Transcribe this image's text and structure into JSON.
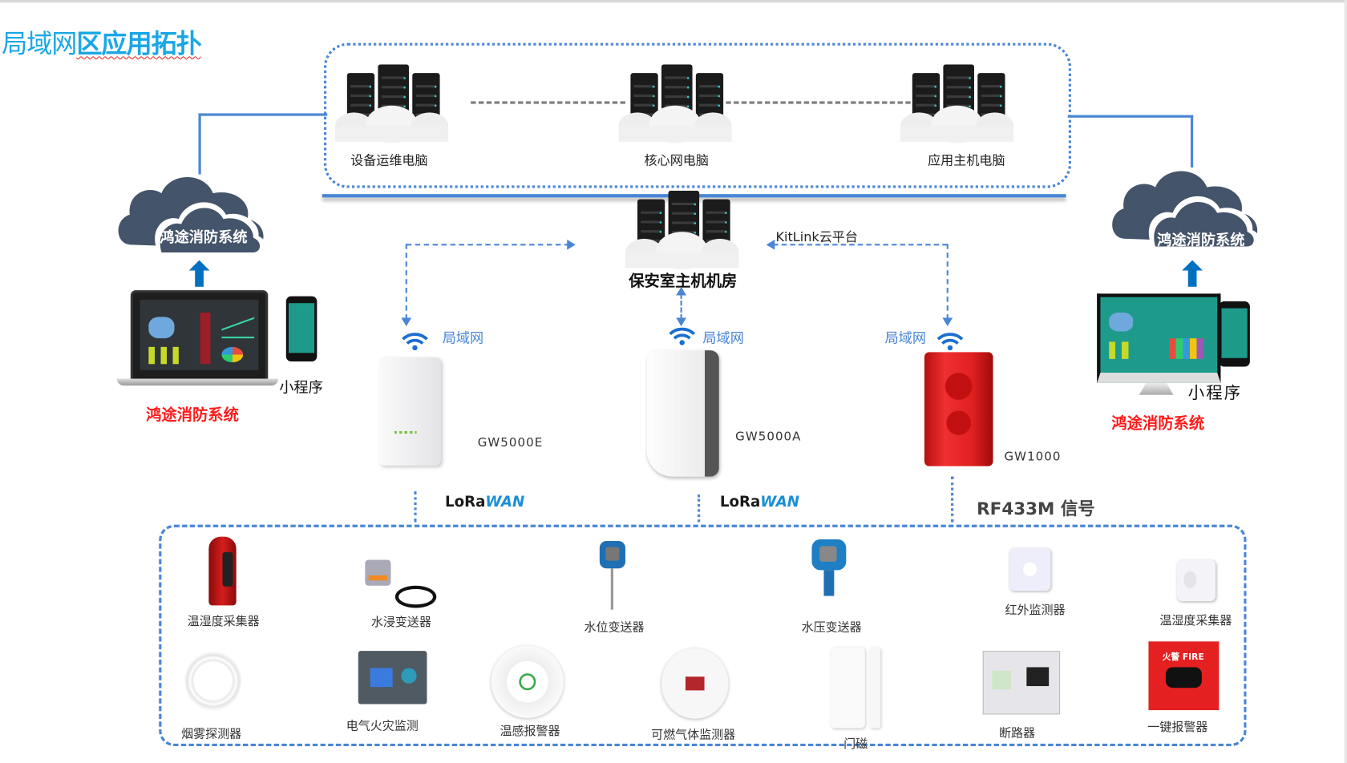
{
  "title": {
    "part1": "局域网",
    "part2": "区应用拓扑"
  },
  "servers_top": [
    {
      "label": "设备运维电脑"
    },
    {
      "label": "核心网电脑"
    },
    {
      "label": "应用主机电脑"
    }
  ],
  "center_server": {
    "label": "保安室主机机房",
    "platform_label": "KitLink云平台"
  },
  "left_client": {
    "cloud_label": "鸿途消防系统",
    "mini_program": "小程序",
    "system_label": "鸿途消防系统"
  },
  "right_client": {
    "cloud_label": "鸿途消防系统",
    "mini_program": "小程序",
    "system_label": "鸿途消防系统"
  },
  "gateways": [
    {
      "lan_label": "局域网",
      "model": "GW5000E",
      "color": "#f2f2f4"
    },
    {
      "lan_label": "局域网",
      "model": "GW5000A",
      "color": "#f4f4f4"
    },
    {
      "lan_label": "局域网",
      "model": "GW1000",
      "color": "#e02020"
    }
  ],
  "protocols": {
    "lorawan_1": {
      "a": "LoRa",
      "b": "WAN"
    },
    "lorawan_2": {
      "a": "LoRa",
      "b": "WAN"
    },
    "rf": "RF433M 信号"
  },
  "devices": [
    {
      "label": "温湿度采集器"
    },
    {
      "label": "水浸变送器"
    },
    {
      "label": "水位变送器"
    },
    {
      "label": "水压变送器"
    },
    {
      "label": "红外监测器"
    },
    {
      "label": "温湿度采集器"
    },
    {
      "label": "烟雾探测器"
    },
    {
      "label": "电气火灾监测"
    },
    {
      "label": "温感报警器"
    },
    {
      "label": "可燃气体监测器"
    },
    {
      "label": "门磁"
    },
    {
      "label": "断路器"
    },
    {
      "label": "一键报警器"
    }
  ],
  "fire_button": {
    "text": "火警 FIRE"
  },
  "colors": {
    "accent": "#4a86d6",
    "cloud": "#44546a",
    "title": "#1aa7e6",
    "alert": "#ff1a1a"
  }
}
